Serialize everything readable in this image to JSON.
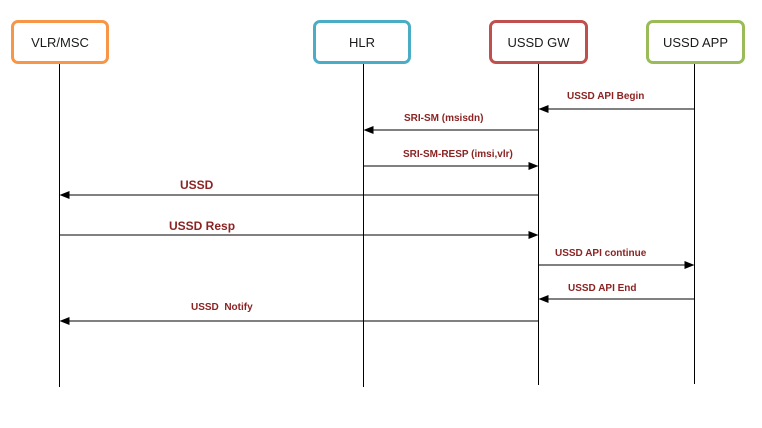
{
  "colors": {
    "vlr": "#f79646",
    "hlr": "#4bacc6",
    "gw": "#c0504d",
    "app": "#9bbb59",
    "line": "#000000",
    "label": "#8b2323"
  },
  "actors": [
    {
      "id": "vlr",
      "label": "VLR/MSC"
    },
    {
      "id": "hlr",
      "label": "HLR"
    },
    {
      "id": "gw",
      "label": "USSD GW"
    },
    {
      "id": "app",
      "label": "USSD APP"
    }
  ],
  "messages": [
    {
      "id": "api-begin",
      "from": "app",
      "to": "gw",
      "label": "USSD API Begin"
    },
    {
      "id": "sri-sm",
      "from": "gw",
      "to": "hlr",
      "label": "SRI-SM (msisdn)"
    },
    {
      "id": "sri-sm-resp",
      "from": "hlr",
      "to": "gw",
      "label": "SRI-SM-RESP (imsi,vlr)"
    },
    {
      "id": "ussd",
      "from": "gw",
      "to": "vlr",
      "label": "USSD"
    },
    {
      "id": "ussd-resp",
      "from": "vlr",
      "to": "gw",
      "label": "USSD Resp"
    },
    {
      "id": "api-continue",
      "from": "gw",
      "to": "app",
      "label": "USSD API continue"
    },
    {
      "id": "api-end",
      "from": "app",
      "to": "gw",
      "label": "USSD API End"
    },
    {
      "id": "ussd-notify",
      "from": "gw",
      "to": "vlr",
      "label": "USSD  Notify"
    }
  ]
}
